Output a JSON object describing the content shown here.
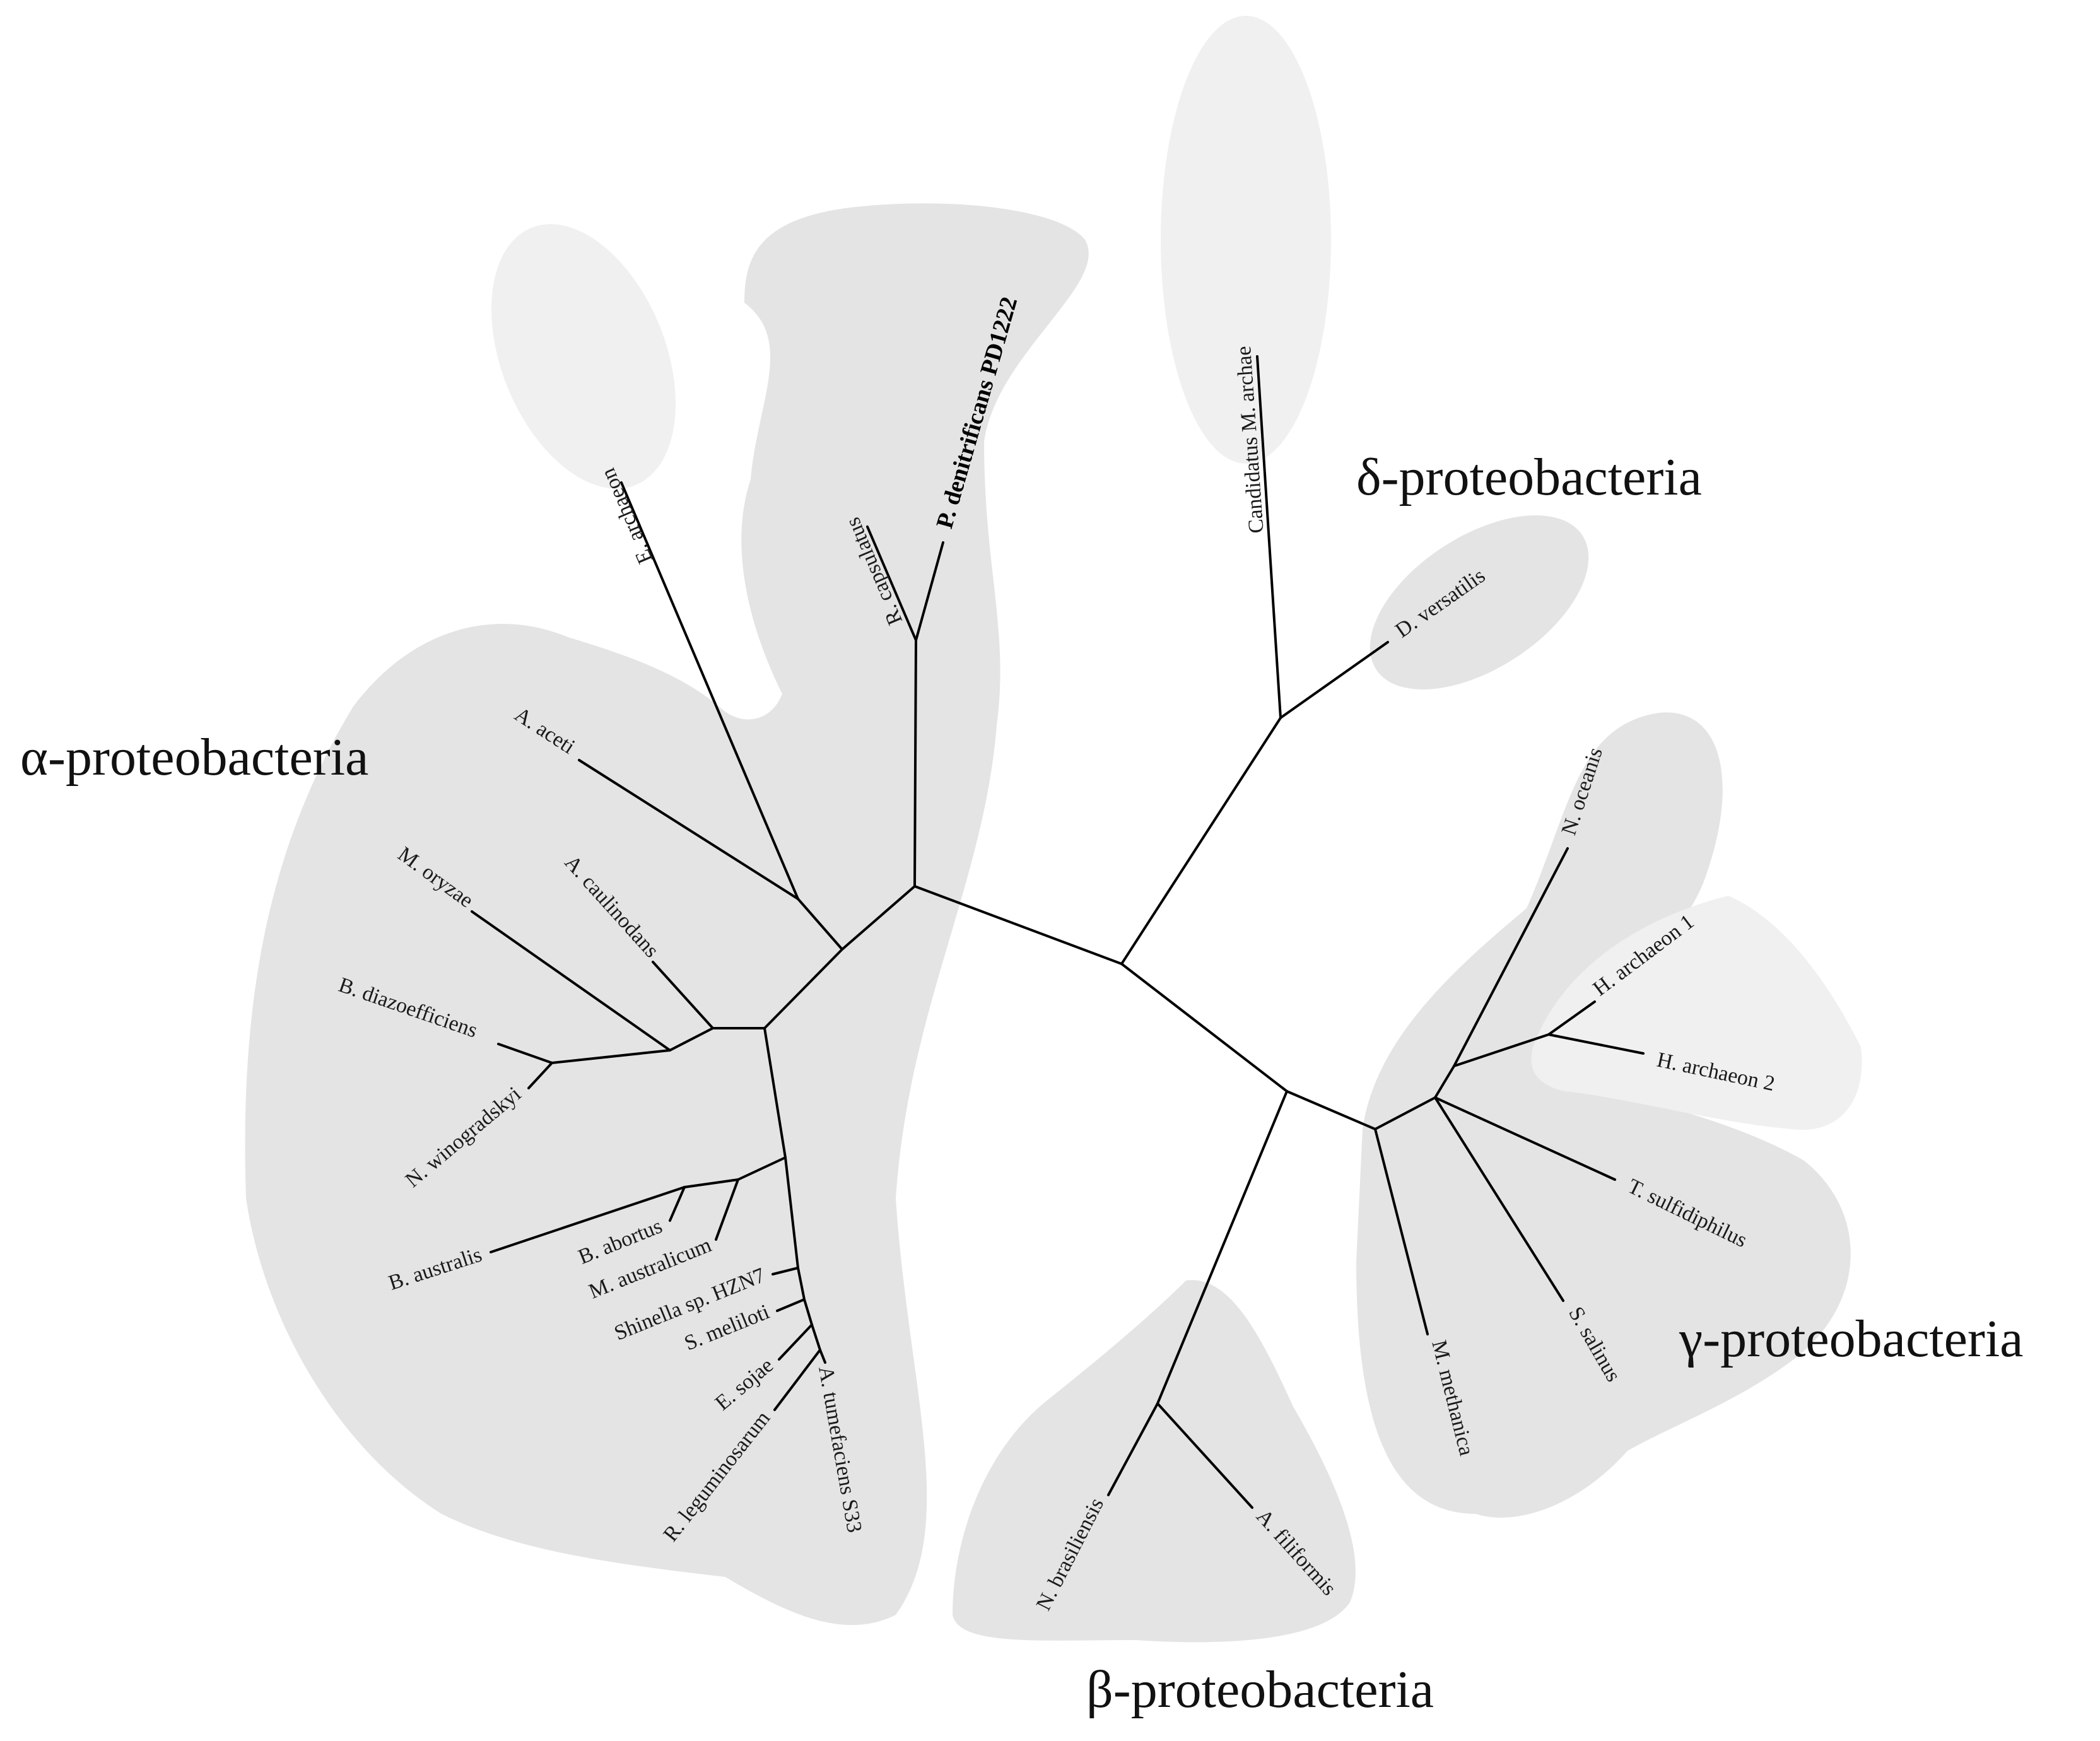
{
  "groups": {
    "alpha": "α-proteobacteria",
    "beta": "β-proteobacteria",
    "gamma": "γ-proteobacteria",
    "delta": "δ-proteobacteria"
  },
  "taxa": {
    "e_archaeon": "E. archaeon",
    "r_capsulatus": "R. capsulatus",
    "p_denitrificans": "P. denitrificans PD1222",
    "candidatus": "Candidatus M. archae",
    "d_versatilis": "D. versatilis",
    "a_aceti": "A. aceti",
    "m_oryzae": "M. oryzae",
    "a_caulinodans": "A. caulinodans",
    "b_diazoefficiens": "B. diazoefficiens",
    "n_winogradskyi": "N. winogradskyi",
    "b_australis": "B. australis",
    "b_abortus": "B. abortus",
    "m_australicum": "M. australicum",
    "shinella": "Shinella sp. HZN7",
    "s_meliloti": "S. meliloti",
    "e_sojae": "E. sojae",
    "r_leguminosarum": "R. leguminosarum",
    "a_tumefaciens": "A. tumefaciens S33",
    "n_oceanis": "N. oceanis",
    "h_archaeon_1": "H. archaeon 1",
    "h_archaeon_2": "H. archaeon 2",
    "t_sulfidiphilus": "T. sulfidiphilus",
    "s_salinus": "S. salinus",
    "m_methanica": "M. methanica",
    "n_brasiliensis": "N. brasiliensis",
    "a_filiformis": "A. filiformis"
  },
  "colors": {
    "region_dark": "#e4e4e4",
    "region_light": "#f0f0f0",
    "branch": "#000000"
  }
}
